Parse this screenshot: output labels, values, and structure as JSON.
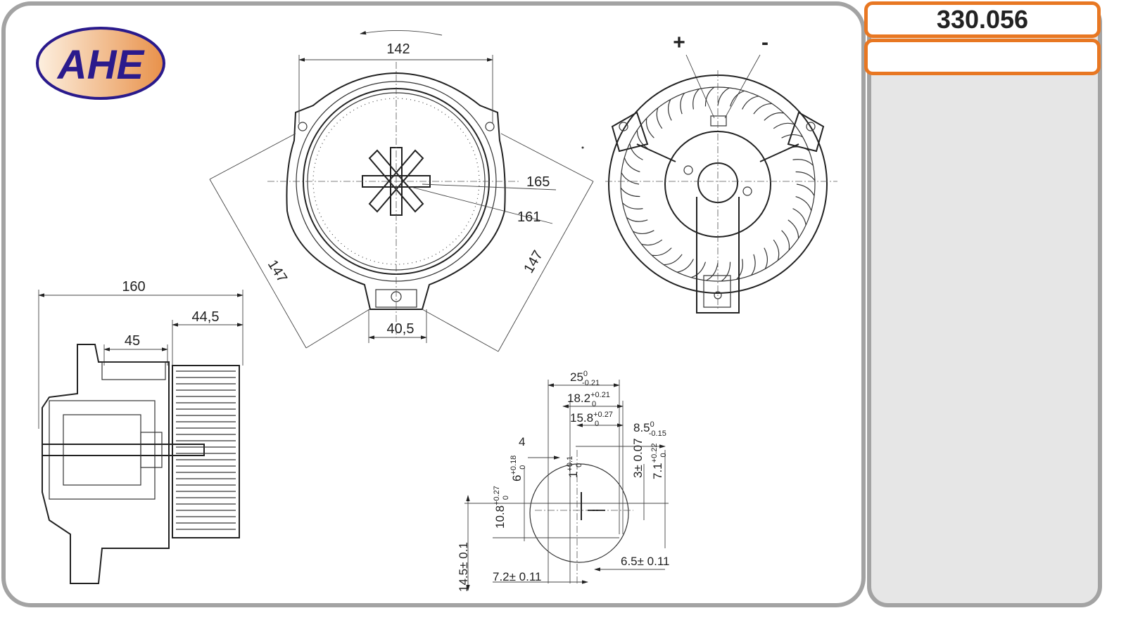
{
  "part_number": "330.056",
  "logo": {
    "text": "AHE",
    "colors": {
      "fill_light": "#fbe3c8",
      "fill_dark": "#e8914a",
      "text": "#2a1a8c"
    }
  },
  "accent_color": "#e87722",
  "front_view": {
    "dim_width": "142",
    "dim_outer_dia": "165",
    "dim_inner_dia": "161",
    "dim_left": "147",
    "dim_right": "147",
    "dim_tab": "40,5"
  },
  "rear_view": {
    "plus": "+",
    "minus": "-"
  },
  "side_view": {
    "dim_total": "160",
    "dim_fan": "44,5",
    "dim_motor": "45"
  },
  "connector": {
    "d1": {
      "base": "25",
      "up": "0",
      "low": "-0.21"
    },
    "d2": {
      "base": "18.2",
      "up": "+0.21",
      "low": "0"
    },
    "d3": {
      "base": "15.8",
      "up": "+0.27",
      "low": "0"
    },
    "d4": {
      "base": "8.5",
      "up": "0",
      "low": "-0.15"
    },
    "d5": {
      "base": "4"
    },
    "d6": {
      "base": "6",
      "up": "+0.18",
      "low": "0"
    },
    "d7": {
      "base": "1",
      "up": "+0.1",
      "low": "0"
    },
    "d8": {
      "base": "3± 0.07"
    },
    "d9": {
      "base": "7.1",
      "up": "+0.22",
      "low": "0"
    },
    "d10": {
      "base": "10.8",
      "up": "+0.27",
      "low": "0"
    },
    "d11": {
      "base": "14.5± 0.1"
    },
    "d12": {
      "base": "7.2± 0.11"
    },
    "d13": {
      "base": "6.5± 0.11"
    }
  }
}
